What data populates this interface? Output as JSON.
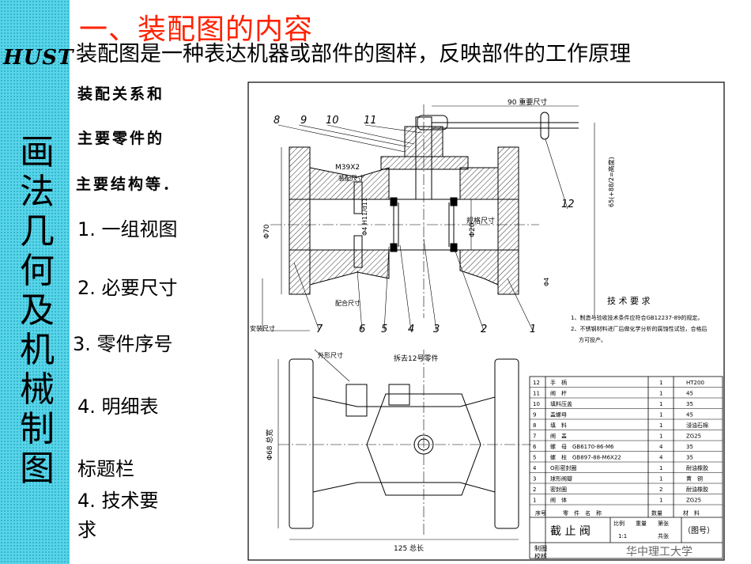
{
  "sidebar": {
    "logo_text": "HUST",
    "vertical_title": [
      "画",
      "法",
      "几",
      "何",
      "及",
      "机",
      "械",
      "制",
      "图"
    ]
  },
  "heading": "一、装配图的内容",
  "intro": "装配图是一种表达机器或部件的图样，反映部件的工作原理",
  "left_items": {
    "a": "装配关系和",
    "b": "主要零件的",
    "c": "主要结构等．",
    "d": "1. 一组视图",
    "e": "2. 必要尺寸",
    "f": "3. 零件序号",
    "g": "4. 明细表",
    "h": "标题栏",
    "i": "4. 技术要",
    "j": "求"
  },
  "drawing": {
    "dim_90": "90 重要尺寸",
    "callouts_top": [
      "8",
      "9",
      "10",
      "11"
    ],
    "callouts_bottom": [
      "7",
      "6",
      "5",
      "4",
      "3",
      "2",
      "1"
    ],
    "callout_12": "12",
    "thread_label": "M39X2",
    "fit_label": "装配尺寸",
    "phi70": "Φ70",
    "phi20": "Φ20",
    "spec_label": "规格尺寸",
    "fit_dim": "Φ4 H11/d11",
    "height_dim": "65(+88/2=高度)",
    "dim_small": "Φ4",
    "mating_label": "配合尺寸",
    "install_label": "安装尺寸",
    "outline_label": "外形尺寸",
    "removed_label": "拆去12号零件",
    "phi68": "Φ68 总宽",
    "total_length": "125 总长",
    "tech_title": "技 术 要 求",
    "tech_1": "1、制造与验收技术条件应符合GB12237-89的规定。",
    "tech_2": "2、不锈钢材料进厂后做化学分析的腐蚀性试验，合格后",
    "tech_3": "方可投产。"
  },
  "bom": {
    "rows": [
      [
        "12",
        "手　柄",
        "1",
        "HT200"
      ],
      [
        "11",
        "阀　杆",
        "1",
        "45"
      ],
      [
        "10",
        "填料压盖",
        "1",
        "35"
      ],
      [
        "9",
        "盖螺母",
        "1",
        "45"
      ],
      [
        "8",
        "填　料",
        "1",
        "浸油石棉"
      ],
      [
        "7",
        "阀　盖",
        "1",
        "ZG25"
      ],
      [
        "6",
        "螺　母　GB6170-86-M6",
        "4",
        "35"
      ],
      [
        "5",
        "螺　柱　GB897-88-M6X22",
        "4",
        "35"
      ],
      [
        "4",
        "O形密封圈",
        "1",
        "耐油橡胶"
      ],
      [
        "3",
        "球形阀瓣",
        "1",
        "黄　铜"
      ],
      [
        "2",
        "密封圈",
        "2",
        "耐油橡胶"
      ],
      [
        "1",
        "阀　体",
        "1",
        "ZG25"
      ]
    ],
    "header": [
      "序号",
      "零　件　名　称",
      "数量",
      "材　料"
    ],
    "product_name": "截 止 阀",
    "scale_labels": [
      "比例",
      "重量",
      "第张"
    ],
    "scale_values": [
      "1:1",
      "",
      "共张"
    ],
    "drawing_no": "（图号）",
    "drawn_label": "制图",
    "checked_label": "校核",
    "school": "华中理工大学"
  }
}
